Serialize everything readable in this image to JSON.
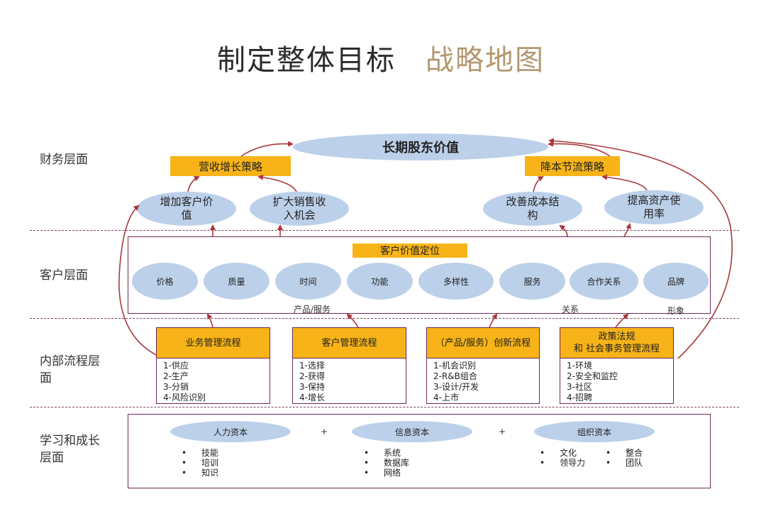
{
  "title": {
    "main": "制定整体目标",
    "accent": "战略地图"
  },
  "layers": {
    "financial": "财务层面",
    "customer": "客户层面",
    "internal": [
      "内部流程层",
      "面"
    ],
    "learning": [
      "学习和成长",
      "层面"
    ]
  },
  "financial": {
    "top_goal": "长期股东价值",
    "strategies": {
      "revenue": "营收增长策略",
      "cost": "降本节流策略"
    },
    "ovals": {
      "add_customer": [
        "增加客户价",
        "值"
      ],
      "expand_sales": [
        "扩大销售收",
        "入机会"
      ],
      "improve_cost": [
        "改善成本结",
        "构"
      ],
      "asset_use": [
        "提高资产使",
        "用率"
      ]
    }
  },
  "customer": {
    "header": "客户价值定位",
    "items": [
      "价格",
      "质量",
      "时间",
      "功能",
      "多样性",
      "服务",
      "合作关系",
      "品牌"
    ],
    "group_labels": {
      "product": "产品/服务",
      "relation": "关系",
      "image": "形象"
    }
  },
  "processes": [
    {
      "header": [
        "业务管理流程"
      ],
      "items": [
        "1-供应",
        "2-生产",
        "3-分销",
        "4-风险识别"
      ]
    },
    {
      "header": [
        "客户管理流程"
      ],
      "items": [
        "1-选择",
        "2-获得",
        "3-保持",
        "4-增长"
      ]
    },
    {
      "header": [
        "（产品/服务）创新流程"
      ],
      "items": [
        "1-机会识别",
        "2-R&B组合",
        "3-设计/开发",
        "4-上市"
      ]
    },
    {
      "header": [
        "政策法规",
        "和 社会事务管理流程"
      ],
      "items": [
        "1-环境",
        "2-安全和监控",
        "3-社区",
        "4-招聘"
      ]
    }
  ],
  "learning": {
    "capitals": [
      "人力资本",
      "信息资本",
      "组织资本"
    ],
    "plus": "+",
    "human": [
      "技能",
      "培训",
      "知识"
    ],
    "info": [
      "系统",
      "数据库",
      "网络"
    ],
    "org_col1": [
      "文化",
      "领导力"
    ],
    "org_col2": [
      "整合",
      "团队"
    ]
  },
  "colors": {
    "oval": "#bcd0ea",
    "highlight": "#f7b317",
    "border": "#6e2a58",
    "arrow": "#a8383d",
    "accent_title": "#b39770"
  }
}
